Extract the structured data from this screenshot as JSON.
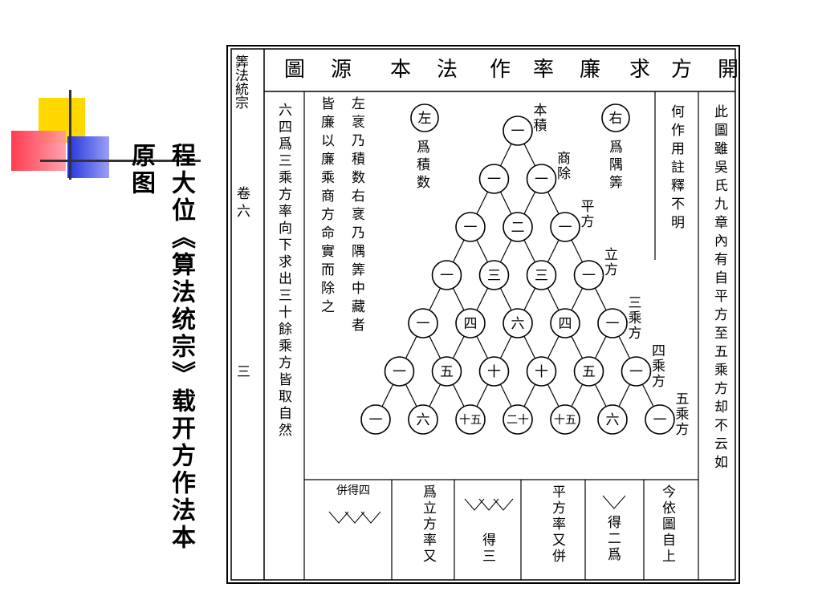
{
  "slide": {
    "title": "程大位《算法统宗》载开方作法本原图"
  },
  "page": {
    "side_label": "筭法統宗",
    "volume": "卷六",
    "leaf": "三",
    "header_chars": [
      "開",
      "方",
      "求",
      "廉",
      "率",
      "作",
      "法",
      "本",
      "源",
      "圖"
    ]
  },
  "right_columns": [
    "此圖雖吳氏九章內有自平方至五乘方却不云如",
    "何作用註釋不明"
  ],
  "left_columns": [
    "左衺乃積数右衺乃隅筭中藏者",
    "皆廉以廉乘商方命實而除之",
    "六四爲三乘方率向下求出三十餘乘方皆取自然"
  ],
  "triangle": {
    "rows": [
      [
        "一"
      ],
      [
        "一",
        "一"
      ],
      [
        "一",
        "二",
        "一"
      ],
      [
        "一",
        "三",
        "三",
        "一"
      ],
      [
        "一",
        "四",
        "六",
        "四",
        "一"
      ],
      [
        "一",
        "五",
        "十",
        "十",
        "五",
        "一"
      ],
      [
        "一",
        "六",
        "十五",
        "二十",
        "十五",
        "六",
        "一"
      ]
    ],
    "row_labels": [
      "本積",
      "商除",
      "平方",
      "立方",
      "三乘方",
      "四乘方",
      "五乘方"
    ],
    "left_mark": "左",
    "left_note": "爲積数",
    "right_mark": "右",
    "right_note": "爲隅筭"
  },
  "bottom_cells": [
    "今依圖自上",
    "得二爲",
    "平方率又併",
    "得三",
    "爲立方率又",
    "併得四"
  ]
}
